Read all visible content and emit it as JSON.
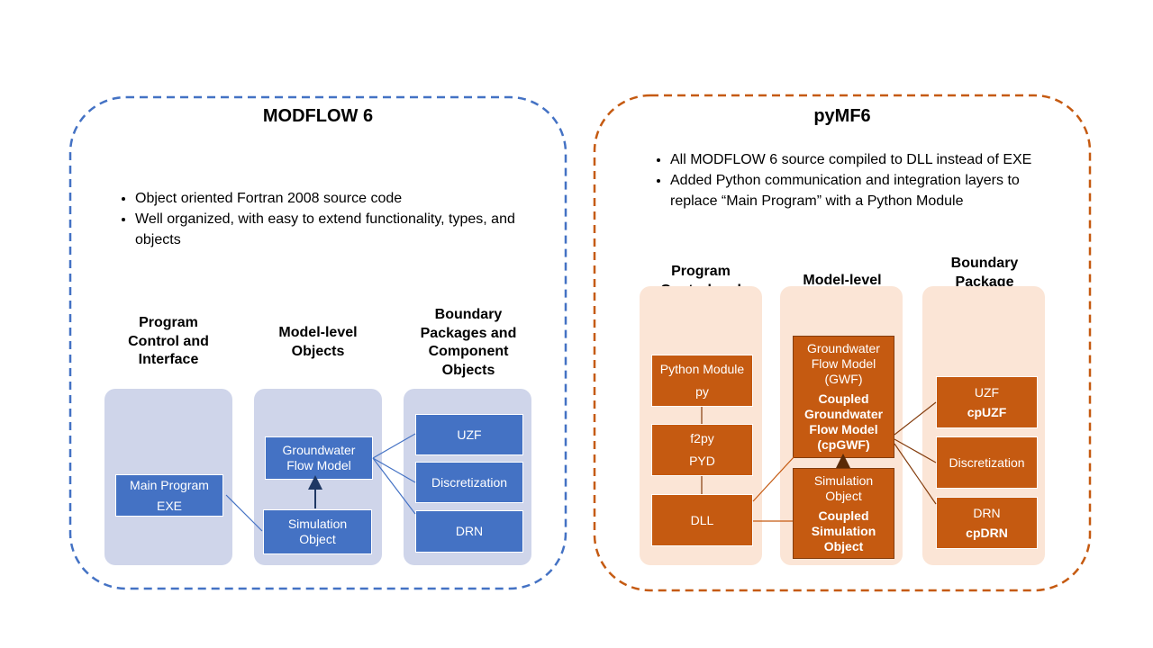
{
  "left_panel": {
    "title": "MODFLOW 6",
    "bullets": [
      "Object oriented Fortran 2008 source code",
      "Well organized, with easy to extend functionality, types, and objects"
    ],
    "columns": {
      "program": "Program Control and Interface",
      "model": "Model-level Objects",
      "boundary": "Boundary Packages and Component Objects"
    },
    "boxes": {
      "main_program": [
        "Main Program",
        "EXE"
      ],
      "gwf": "Groundwater Flow Model",
      "simulation": "Simulation Object",
      "uzf": "UZF",
      "discretization": "Discretization",
      "drn": "DRN"
    },
    "colors": {
      "border": "#4472c4",
      "column_bg": "#cfd5ea",
      "box": "#4472c4"
    }
  },
  "right_panel": {
    "title": "pyMF6",
    "bullets": [
      "All MODFLOW 6 source compiled to DLL instead of EXE",
      "Added Python communication and integration layers to replace “Main Program” with a Python Module"
    ],
    "columns": {
      "program": "Program Control and Interface",
      "model": "Model-level Objects",
      "boundary": "Boundary Package Component Objects"
    },
    "boxes": {
      "python_module": [
        "Python Module",
        "py"
      ],
      "f2py": [
        "f2py",
        "PYD"
      ],
      "dll": "DLL",
      "gwf": "Groundwater Flow Model (GWF)",
      "cpgwf": "Coupled Groundwater Flow Model (cpGWF)",
      "simulation": "Simulation Object",
      "cpsim": "Coupled Simulation Object",
      "uzf": "UZF",
      "cpuzf": "cpUZF",
      "discretization": "Discretization",
      "drn": "DRN",
      "cpdrn": "cpDRN"
    },
    "colors": {
      "border": "#c55a11",
      "column_bg": "#fbe5d6",
      "box": "#c55a11"
    }
  }
}
